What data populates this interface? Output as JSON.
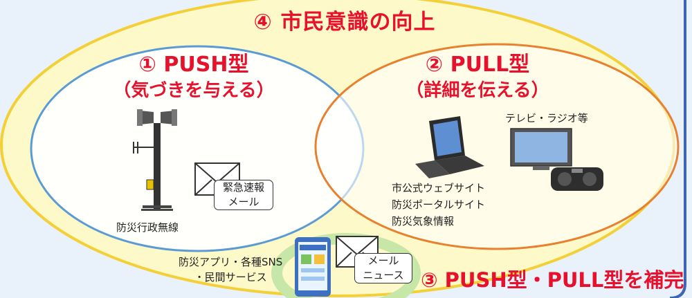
{
  "outer_title": "④ 市民意識の向上",
  "push": {
    "title": "① PUSH型",
    "subtitle": "（気づきを与える）",
    "items": {
      "loudspeaker_label": "防災行政無線",
      "mail_label": [
        "緊急速報",
        "メール"
      ]
    }
  },
  "pull": {
    "title": "② PULL型",
    "subtitle": "（詳細を伝える）",
    "items": {
      "tv_label": "テレビ・ラジオ等",
      "web_labels": [
        "市公式ウェブサイト",
        "防災ポータルサイト",
        "防災気象情報"
      ]
    }
  },
  "complement": {
    "title": "③ PUSH型・PULL型を補完",
    "app_labels": [
      "防災アプリ・各種SNS",
      "・民間サービス"
    ],
    "mail_news_label": [
      "メール",
      "ニュース"
    ]
  },
  "colors": {
    "outer_fill": "#fef9c8",
    "outer_stroke": "#f3cf38",
    "push_stroke": "#5b9bd5",
    "pull_stroke": "#e8812f",
    "title_red": "#e8112d",
    "frame_blue": "#3d66b4"
  }
}
